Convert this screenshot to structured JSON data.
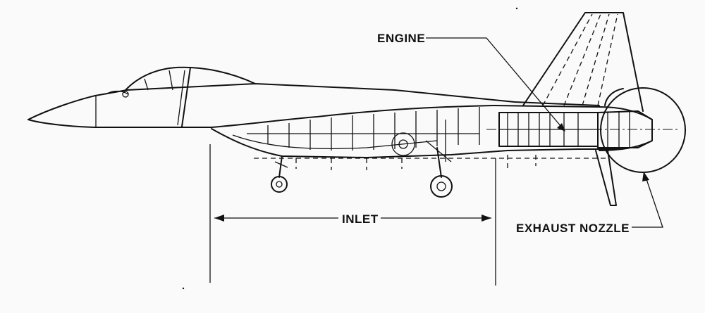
{
  "labels": {
    "engine": "ENGINE",
    "inlet": "INLET",
    "exhaust_nozzle": "EXHAUST NOZZLE"
  },
  "colors": {
    "line": "#111111",
    "background": "#fafafa"
  }
}
